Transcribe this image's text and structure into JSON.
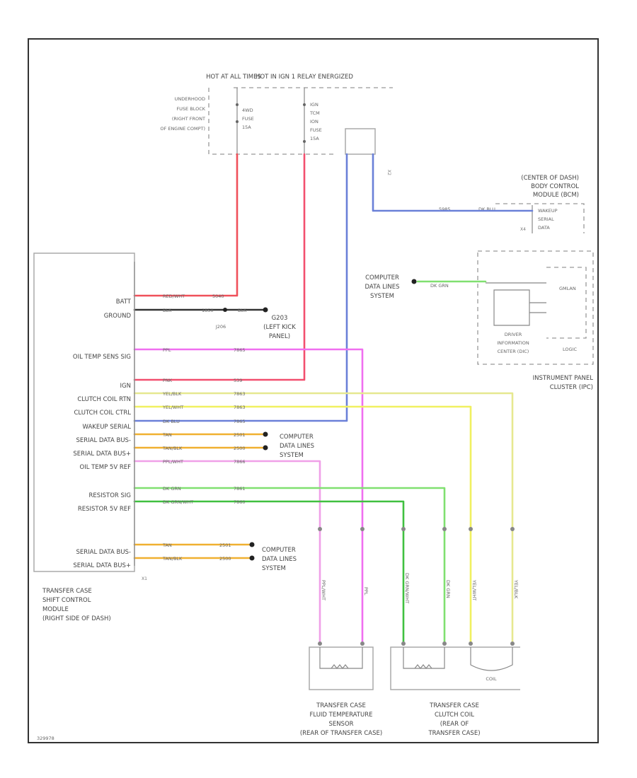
{
  "diagram_code": "329978",
  "colors": {
    "red": "#f0505a",
    "pink": "#f24f6e",
    "blue": "#6a80d8",
    "magenta": "#f06ff0",
    "yellow": "#f0f060",
    "tan": "#e6e890",
    "orange": "#f0b030",
    "lightpink": "#f0a0e8",
    "green": "#80e070",
    "darkgreen": "#40c040"
  },
  "power": {
    "hot_at_all_times": "HOT AT ALL TIMES",
    "hot_in_ign": "HOT IN IGN 1 RELAY ENERGIZED",
    "underhood_fuse_block": [
      "UNDERHOOD",
      "FUSE BLOCK",
      "(RIGHT FRONT",
      "OF ENGINE COMPT)"
    ],
    "fuse1": [
      "4WD",
      "FUSE",
      "15A"
    ],
    "fuse2": [
      "IGN",
      "TCM",
      "ION",
      "FUSE",
      "15A"
    ]
  },
  "bcm": {
    "title": [
      "(CENTER OF DASH)",
      "BODY CONTROL",
      "MODULE (BCM)"
    ],
    "pins": [
      "WAKEUP",
      "SERIAL",
      "DATA"
    ],
    "pin_no": "X4",
    "wire_color": "DK BLU",
    "circuit": "5985"
  },
  "ipc": {
    "title": [
      "INSTRUMENT PANEL",
      "CLUSTER (IPC)"
    ],
    "dic": [
      "DRIVER",
      "INFORMATION",
      "CENTER (DIC)"
    ],
    "gmlan": "GMLAN",
    "logic": "LOGIC",
    "data_lines": [
      "COMPUTER",
      "DATA LINES",
      "SYSTEM"
    ],
    "data_wire": "DK GRN"
  },
  "module": {
    "labels": [
      "BATT",
      "GROUND",
      "OIL TEMP SENS SIG",
      "IGN",
      "CLUTCH COIL RTN",
      "CLUTCH COIL CTRL",
      "WAKEUP SERIAL",
      "SERIAL DATA BUS-",
      "SERIAL DATA BUS+",
      "OIL TEMP 5V REF",
      "RESISTOR SIG",
      "RESISTOR 5V REF",
      "SERIAL DATA BUS-",
      "SERIAL DATA BUS+"
    ],
    "title": [
      "TRANSFER CASE",
      "SHIFT CONTROL",
      "MODULE",
      "(RIGHT SIDE OF DASH)"
    ],
    "connector": "X1"
  },
  "wires": [
    {
      "color": "RED/WHT",
      "circuit": "5040"
    },
    {
      "color": "BLK",
      "circuit": "1850"
    },
    {
      "color": "PPL",
      "circuit": "7865"
    },
    {
      "color": "PNK",
      "circuit": "539"
    },
    {
      "color": "YEL/BLK",
      "circuit": "7863"
    },
    {
      "color": "YEL/WHT",
      "circuit": "7863"
    },
    {
      "color": "DK BLU",
      "circuit": "7865"
    },
    {
      "color": "TAN",
      "circuit": "2501"
    },
    {
      "color": "TAN/BLK",
      "circuit": "2500"
    },
    {
      "color": "PPL/WHT",
      "circuit": "7866"
    },
    {
      "color": "DK GRN",
      "circuit": "7861"
    },
    {
      "color": "DK GRN/WHT",
      "circuit": "7860"
    },
    {
      "color": "TAN",
      "circuit": "2501"
    },
    {
      "color": "TAN/BLK",
      "circuit": "2500"
    }
  ],
  "ground": {
    "splice": "J206",
    "wire": "BLK",
    "point": [
      "G203",
      "(LEFT KICK",
      "PANEL)"
    ]
  },
  "data_lines_1": [
    "COMPUTER",
    "DATA LINES",
    "SYSTEM"
  ],
  "data_lines_2": [
    "COMPUTER",
    "DATA LINES",
    "SYSTEM"
  ],
  "vertical_labels": [
    "PPL/WHT",
    "PPL",
    "DK GRN/WHT",
    "DK GRN",
    "YEL/WHT",
    "YEL/BLK"
  ],
  "sensor1": {
    "title": [
      "TRANSFER CASE",
      "FLUID TEMPERATURE",
      "SENSOR",
      "(REAR OF TRANSFER CASE)"
    ]
  },
  "sensor2": {
    "title": [
      "TRANSFER CASE",
      "CLUTCH COIL",
      "(REAR OF",
      "TRANSFER CASE)"
    ],
    "coil": "COIL"
  }
}
